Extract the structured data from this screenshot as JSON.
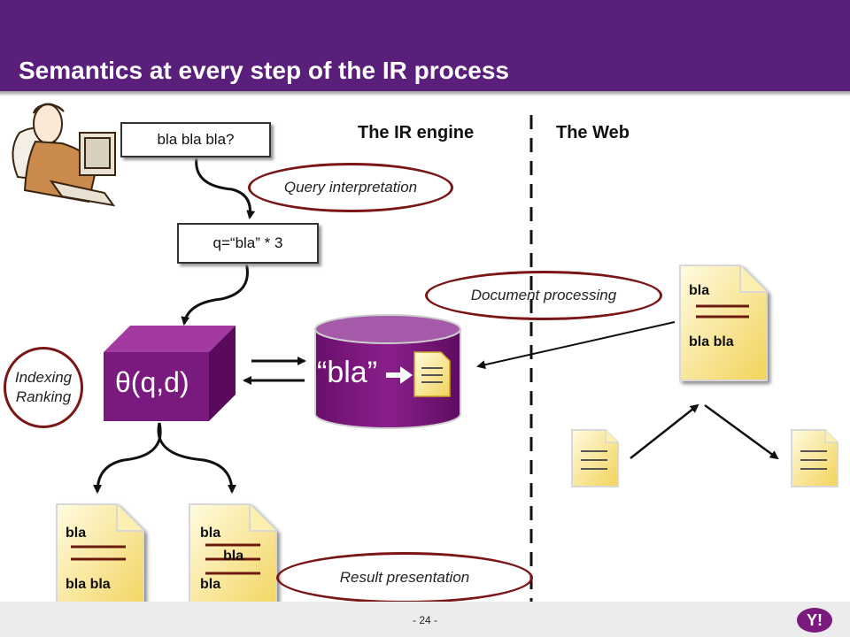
{
  "slide": {
    "title": "Semantics at every step of the IR process",
    "page_number": "- 24 -"
  },
  "headers": {
    "ir_engine": "The IR engine",
    "web": "The Web"
  },
  "query": {
    "text": "bla bla bla?",
    "interpreted": "q=“bla” * 3"
  },
  "steps": {
    "query_interpretation": "Query interpretation",
    "document_processing": "Document processing",
    "indexing": "Indexing",
    "ranking": "Ranking",
    "result_presentation": "Result presentation"
  },
  "engine": {
    "ranking_function": "θ(q,d)",
    "index_term": "“bla”"
  },
  "documents": {
    "web_doc": {
      "line1": "bla",
      "line2": "bla bla"
    },
    "result1": {
      "line1": "bla",
      "line2": "bla bla"
    },
    "result2": {
      "line1": "bla",
      "line2": "bla",
      "line3": "bla"
    }
  },
  "logo": {
    "text": "Y!"
  },
  "colors": {
    "banner": "#5a1f7a",
    "cube": "#7b1a7e",
    "oval_border": "#7a1616",
    "doc_fill": "#f6e27a"
  }
}
